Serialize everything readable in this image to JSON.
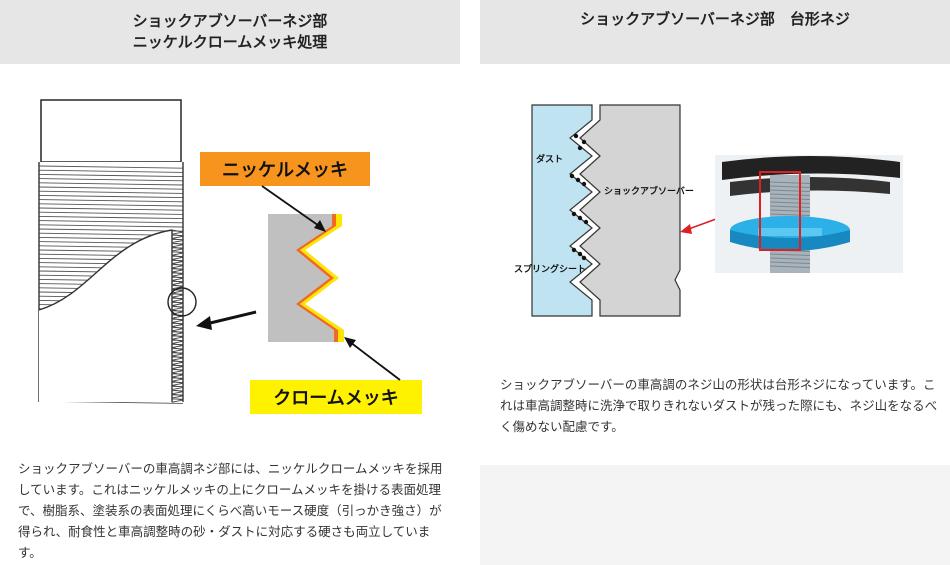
{
  "left_panel": {
    "title_line1": "ショックアブソーバーネジ部",
    "title_line2": "ニッケルクロームメッキ処理",
    "label_nickel": "ニッケルメッキ",
    "label_chrome": "クロームメッキ",
    "description": "ショックアブソーバーの車高調ネジ部には、ニッケルクロームメッキを採用しています。これはニッケルメッキの上にクロームメッキを掛ける表面処理で、樹脂系、塗装系の表面処理にくらべ高いモース硬度（引っかき強さ）が得られ、耐食性と車高調整時の砂・ダストに対応する硬さも両立しています。"
  },
  "right_panel": {
    "title": "ショックアブソーバーネジ部　台形ネジ",
    "label_dust": "ダスト",
    "label_shock": "ショックアブソーバー",
    "label_spring_seat": "スプリングシート",
    "description": "ショックアブソーバーの車高調のネジ山の形状は台形ネジになっています。これは車高調整時に洗浄で取りきれないダストが残った際にも、ネジ山をなるべく傷めない配慮です。"
  },
  "colors": {
    "header_bg": "#e6e6e6",
    "nickel_label_bg": "#f7941d",
    "chrome_label_bg": "#fff200",
    "nickel_layer": "#f26a21",
    "chrome_layer": "#ffe500",
    "steel_gray": "#c0c0c0",
    "spring_seat_blue": "#bfe3f0",
    "arrow_red": "#e02020"
  }
}
